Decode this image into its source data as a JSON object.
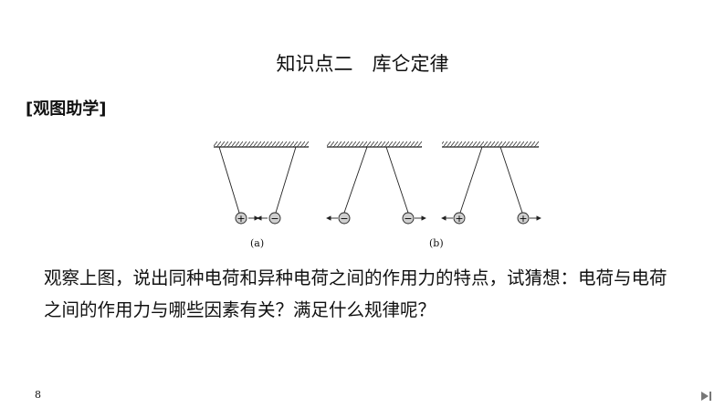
{
  "slide": {
    "title": "知识点二　库仑定律",
    "section_label": "[观图助学]",
    "figure": {
      "caption_a": "(a)",
      "caption_b": "(b)",
      "charges_a": [
        "+",
        "−"
      ],
      "charges_b1": [
        "−",
        "−"
      ],
      "charges_b2": [
        "+",
        "+"
      ]
    },
    "body_line1": "观察上图，说出同种电荷和异种电荷之间的作用力的特点，试猜想：电荷与电荷",
    "body_line2": "之间的作用力与哪些因素有关？满足什么规律呢？",
    "page_number": "8",
    "nav_icon": "play-next-icon"
  }
}
